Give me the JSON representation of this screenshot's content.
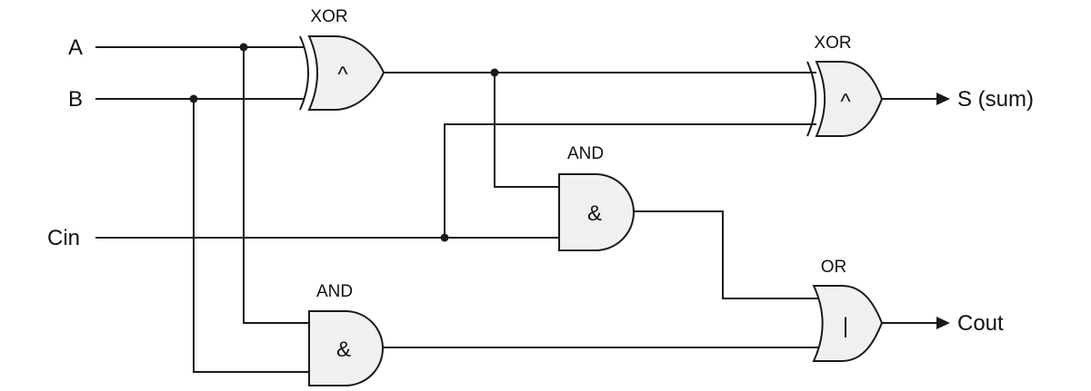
{
  "inputs": {
    "a": "A",
    "b": "B",
    "cin": "Cin"
  },
  "outputs": {
    "sum": "S (sum)",
    "cout": "Cout"
  },
  "gates": {
    "xor1": {
      "title": "XOR",
      "symbol": "^"
    },
    "xor2": {
      "title": "XOR",
      "symbol": "^"
    },
    "and1": {
      "title": "AND",
      "symbol": "&"
    },
    "and2": {
      "title": "AND",
      "symbol": "&"
    },
    "or1": {
      "title": "OR",
      "symbol": "|"
    }
  }
}
